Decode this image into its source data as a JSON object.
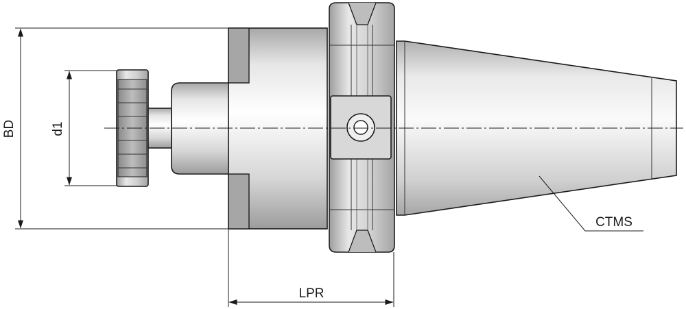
{
  "labels": {
    "bd": "BD",
    "d1": "d1",
    "lpr": "LPR",
    "ctms": "CTMS"
  },
  "colors": {
    "line": "#1a1a1a",
    "metal_light": "#f2f2f2",
    "metal_mid": "#d2d2d2",
    "metal_dark": "#9a9a9a"
  }
}
